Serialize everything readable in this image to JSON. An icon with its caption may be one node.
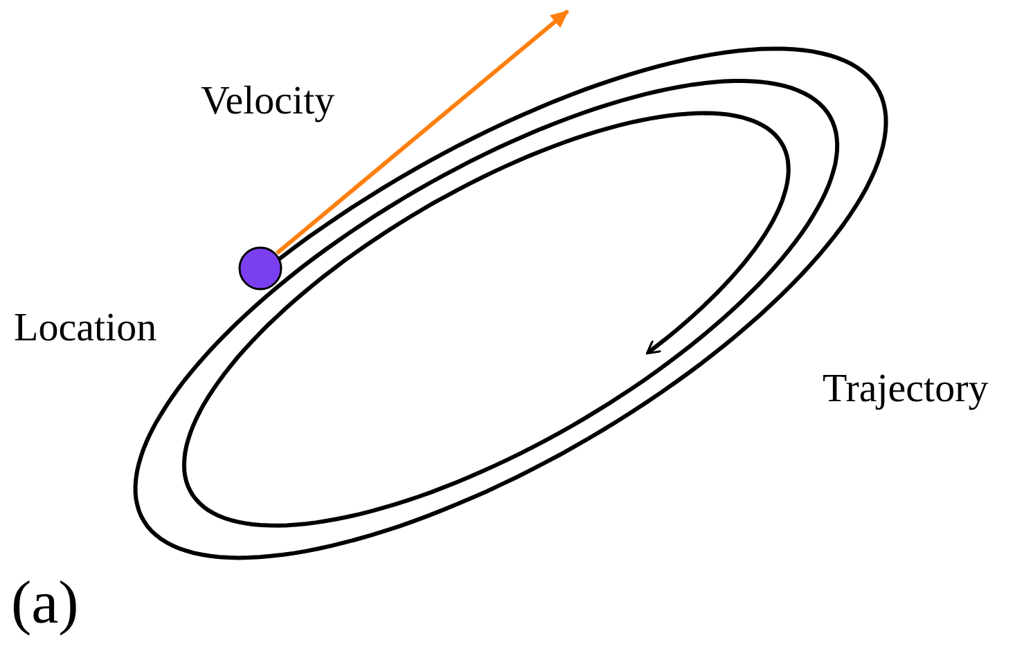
{
  "diagram": {
    "labels": [
      "Velocity",
      "Location",
      "Trajectory",
      "(a)"
    ]
  }
}
